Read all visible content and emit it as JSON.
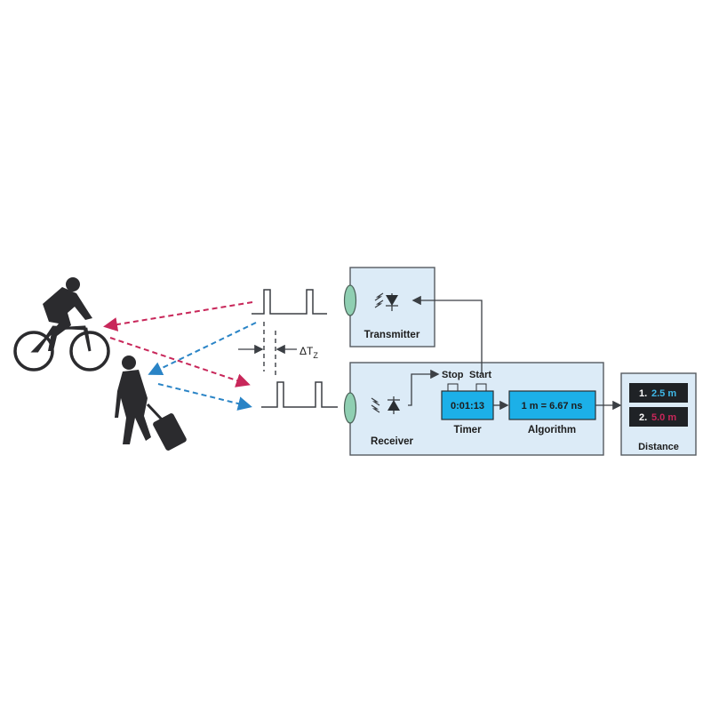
{
  "labels": {
    "delta_t": "ΔT",
    "delta_t_sub": "Z",
    "transmitter": "Transmitter",
    "receiver": "Receiver",
    "stop": "Stop",
    "start": "Start",
    "timer_value": "0:01:13",
    "timer": "Timer",
    "algorithm_value": "1 m = 6.67 ns",
    "algorithm": "Algorithm",
    "distance": "Distance"
  },
  "distance_display": [
    {
      "index": "1.",
      "value": "2.5 m",
      "color": "#3fb8e8"
    },
    {
      "index": "2.",
      "value": "5.0 m",
      "color": "#c8275a"
    }
  ],
  "colors": {
    "panel_fill": "#dcebf7",
    "block_fill": "#1cb0e8",
    "lens_fill": "#8fcfb2",
    "red_ray": "#c8275a",
    "blue_ray": "#2a84c6",
    "display_bg": "#1f2226"
  }
}
